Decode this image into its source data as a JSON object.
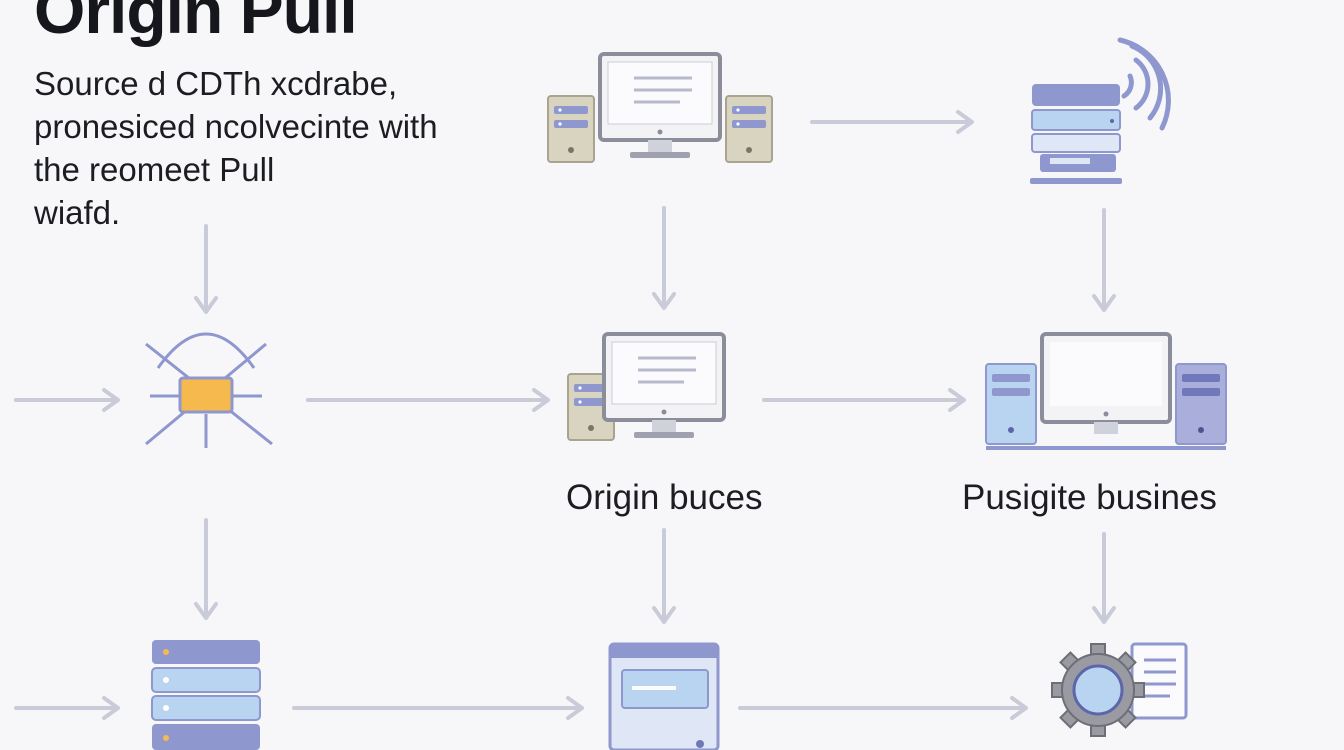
{
  "title": "Origin Pull",
  "description": [
    "Source d CDTh xcdrabe,",
    "pronesiced ncolvecinte with",
    "the reomeet Pull",
    "wiafd."
  ],
  "labels": {
    "origin": "Origin buces",
    "push": "Pusigite busines"
  },
  "colors": {
    "arrow": "#c9ccd8",
    "server_blue": "#8f97cf",
    "server_light": "#b9d4f1",
    "server_beige": "#d9d4c0",
    "accent_orange": "#f5b94e",
    "monitor_frame": "#8b8e9a"
  },
  "nodes": [
    {
      "id": "workstation-top",
      "icon": "computer-with-servers-icon"
    },
    {
      "id": "wireless-server",
      "icon": "wireless-server-icon"
    },
    {
      "id": "network-hub",
      "icon": "network-hub-icon"
    },
    {
      "id": "origin-workstation",
      "icon": "computer-with-servers-icon"
    },
    {
      "id": "push-workstation",
      "icon": "computer-with-servers-icon"
    },
    {
      "id": "storage-stack",
      "icon": "server-stack-icon"
    },
    {
      "id": "browser-window",
      "icon": "browser-window-icon"
    },
    {
      "id": "settings-doc",
      "icon": "gear-document-icon"
    }
  ]
}
